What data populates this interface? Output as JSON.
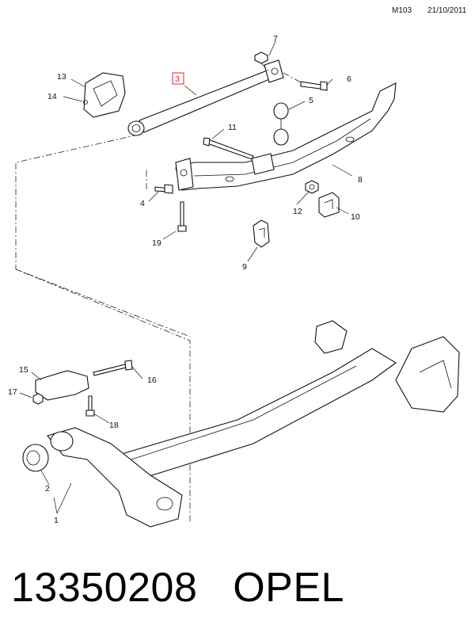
{
  "header": {
    "code": "M103",
    "date": "21/10/2011"
  },
  "callouts": {
    "n1": "1",
    "n2": "2",
    "n3": "3",
    "n4": "4",
    "n5": "5",
    "n6": "6",
    "n7": "7",
    "n8": "8",
    "n9": "9",
    "n10": "10",
    "n11": "11",
    "n12": "12",
    "n13": "13",
    "n14": "14",
    "n15": "15",
    "n16": "16",
    "n17": "17",
    "n18": "18",
    "n19": "19"
  },
  "highlight": {
    "callout": "3",
    "color": "#e0202f"
  },
  "footer": {
    "part_number": "13350208",
    "brand": "OPEL"
  }
}
